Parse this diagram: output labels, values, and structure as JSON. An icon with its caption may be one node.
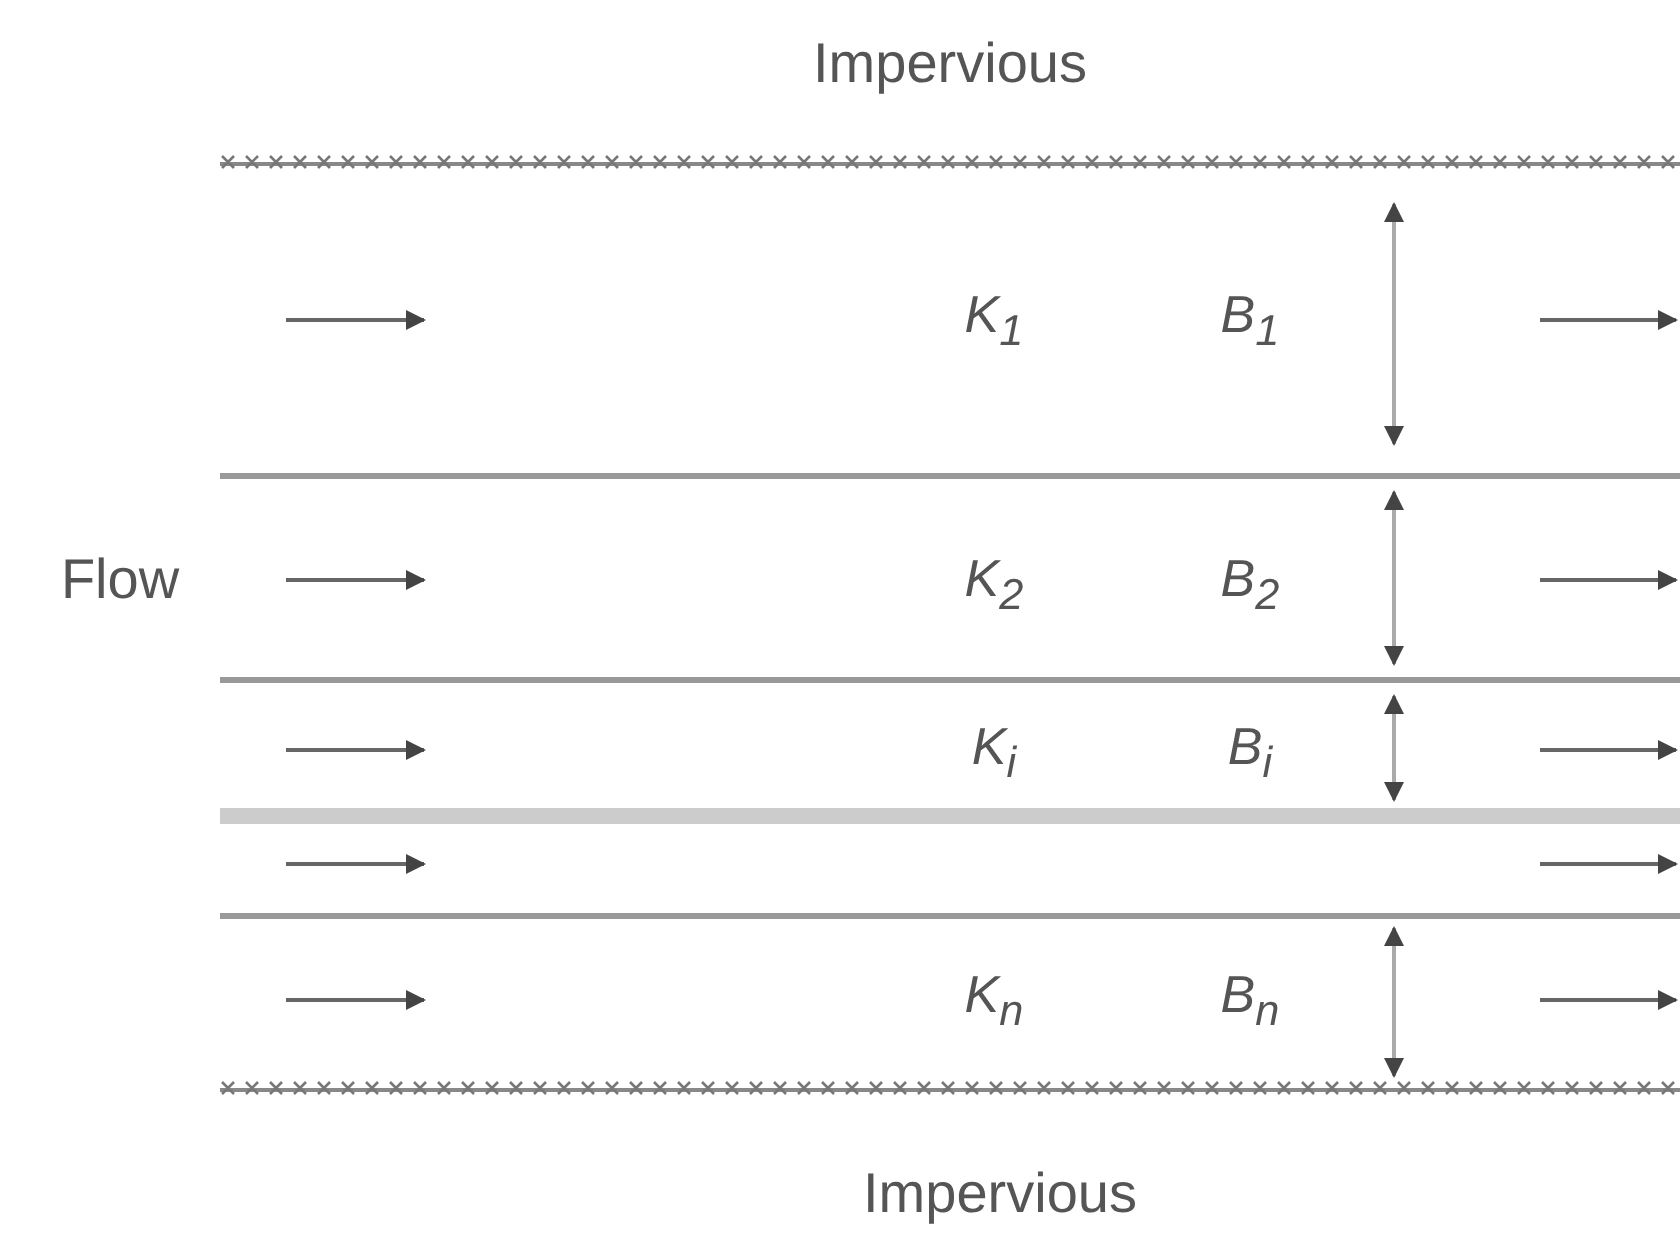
{
  "diagram": {
    "labels": [
      "Impervious",
      "Flow",
      "K$_{1}$",
      "B$_{1}$",
      "K$_{2}$",
      "B$_{2}$",
      "K$_{i}$",
      "B$_{i}$",
      "K$_{n}$",
      "B$_{n}$",
      "Impervious"
    ]
  }
}
